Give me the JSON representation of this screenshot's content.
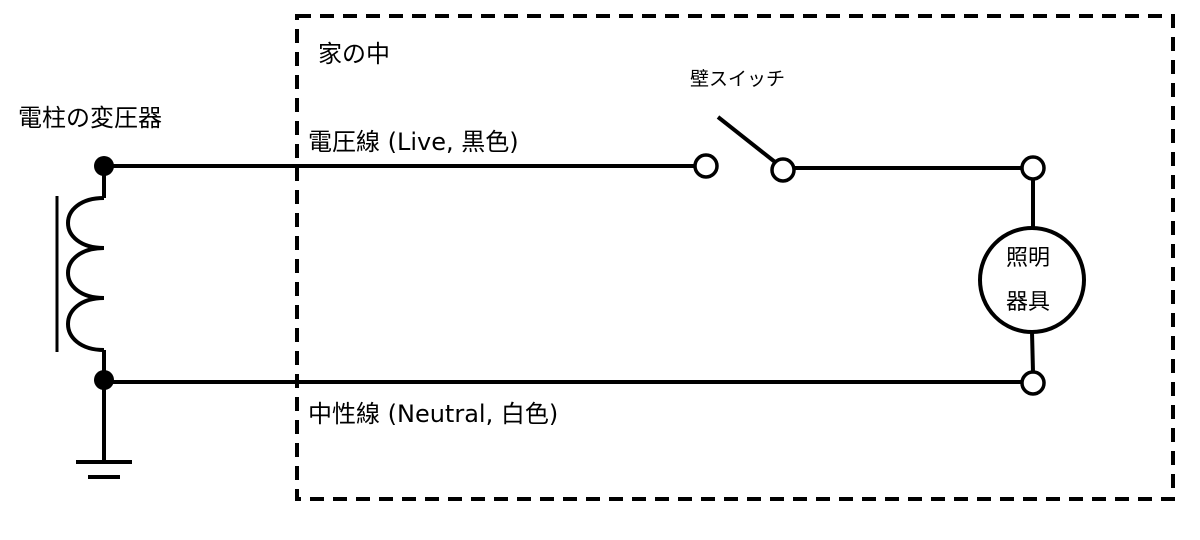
{
  "labels": {
    "house": "家の中",
    "transformer": "電柱の変圧器",
    "live_wire": "電圧線 (Live, 黒色)",
    "wall_switch": "壁スイッチ",
    "neutral_wire": "中性線 (Neutral, 白色)",
    "fixture_line1": "照明",
    "fixture_line2": "器具"
  },
  "colors": {
    "stroke": "#000000",
    "background": "#ffffff"
  }
}
